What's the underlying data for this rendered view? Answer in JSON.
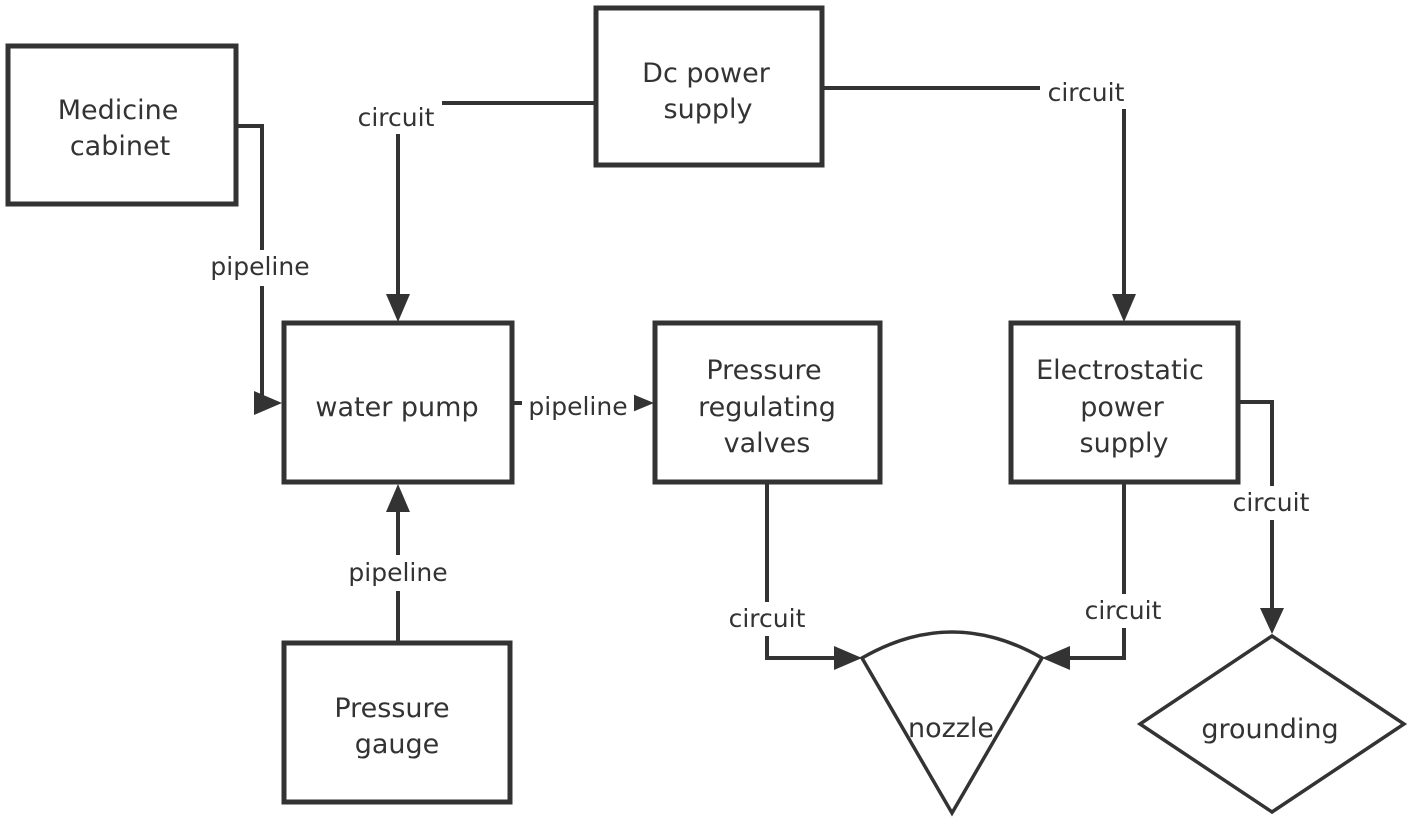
{
  "diagram": {
    "nodes": {
      "medicine_cabinet": {
        "line1": "Medicine",
        "line2": "cabinet"
      },
      "dc_power_supply": {
        "line1": "Dc power",
        "line2": "supply"
      },
      "water_pump": {
        "line1": "water pump"
      },
      "pressure_regulating_valves": {
        "line1": "Pressure",
        "line2": "regulating",
        "line3": "valves"
      },
      "electrostatic_power_supply": {
        "line1": "Electrostatic",
        "line2": "power",
        "line3": "supply"
      },
      "pressure_gauge": {
        "line1": "Pressure",
        "line2": "gauge"
      },
      "nozzle": {
        "line1": "nozzle"
      },
      "grounding": {
        "line1": "grounding"
      }
    },
    "edges": {
      "dc_to_pump": "circuit",
      "dc_to_electrostatic": "circuit",
      "cabinet_to_pump": "pipeline",
      "pump_to_valves": "pipeline",
      "gauge_to_pump": "pipeline",
      "valves_to_nozzle": "circuit",
      "electrostatic_to_nozzle": "circuit",
      "electrostatic_to_grounding": "circuit"
    },
    "colors": {
      "stroke": "#333333",
      "background": "#ffffff"
    }
  }
}
